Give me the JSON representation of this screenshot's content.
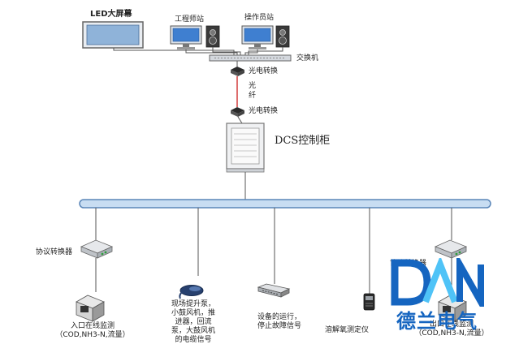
{
  "top": {
    "led_screen": "LED大屏幕",
    "engineer_station": "工程师站",
    "operator_station": "操作员站",
    "switch": "交换机",
    "optical_converter_top": "光电转换",
    "fiber_char1": "光",
    "fiber_char2": "纤",
    "optical_converter_bottom": "光电转换",
    "dcs_cabinet": "DCS控制柜"
  },
  "field": {
    "protocol_converter_left": "协议转换器",
    "inlet_monitor_line1": "入口在线监测",
    "inlet_monitor_line2": "（COD,NH3-N,流量）",
    "field_signals_line1": "现场提升泵，",
    "field_signals_line2": "小鼓风机，推",
    "field_signals_line3": "进器，回流",
    "field_signals_line4": "泵，大鼓风机",
    "field_signals_line5": "的电缆信号",
    "equipment_status_line1": "设备的运行，",
    "equipment_status_line2": "停止故障信号",
    "do_meter": "溶解氧测定仪",
    "protocol_converter_right": "协议转换器",
    "outlet_monitor_line1": "出口在线监测",
    "outlet_monitor_line2": "（COD,NH3-N,流量）"
  },
  "watermark": {
    "text": "德兰电气",
    "colors": {
      "blue": "#1565c0",
      "light_blue": "#4fc3f7"
    }
  },
  "colors": {
    "bus_fill": "#c8ddf2",
    "bus_stroke": "#5a86b8",
    "fiber": "#d23c3c",
    "line": "#555555"
  }
}
